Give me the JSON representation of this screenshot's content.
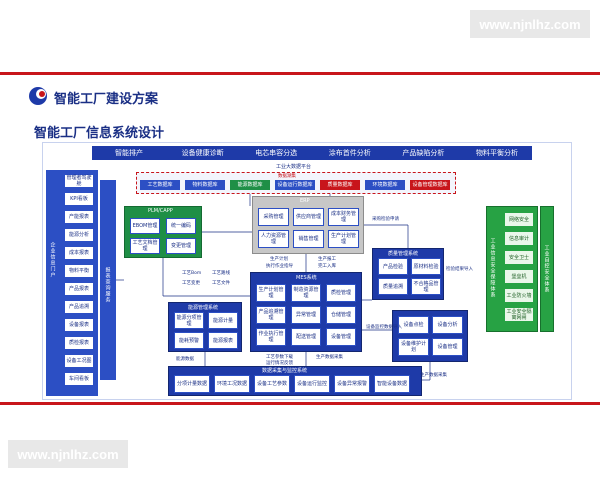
{
  "watermark": "www.njnlhz.com",
  "slide_title": "智能工厂建设方案",
  "section_title": "智能工厂信息系统设计",
  "top_menu": [
    "智能排产",
    "设备健康诊断",
    "电芯串容分选",
    "涂布首件分析",
    "产品缺陷分析",
    "物料平衡分析"
  ],
  "platform_label": "工业大数据平台",
  "collect_label": "数据湖集",
  "collect_items": [
    "工艺数据库",
    "物料数据库",
    "能源数据库",
    "设备运行数据库",
    "质量数据库",
    "环境数据库",
    "设备管理数据库"
  ],
  "left_portal": {
    "title": "企业信息门户",
    "items": [
      "管理者驾驶舱",
      "KPI看板",
      "产能报表",
      "能源分析",
      "成本报表",
      "物料平衡",
      "产品报表",
      "产品追溯",
      "设备报表",
      "质检报表",
      "设备工况图",
      "车间看板"
    ]
  },
  "left_vertical": "报表查询服务",
  "plm": {
    "title": "PLM/CAPP",
    "items": [
      "EBOM管理",
      "统一编码",
      "工艺文档管理",
      "变更管理"
    ]
  },
  "erp": {
    "title": "ERP",
    "items": [
      "采购管理",
      "供应商管理",
      "成本财务管理",
      "人力资源管理",
      "销售管理",
      "生产计划管理"
    ]
  },
  "mes": {
    "title": "MES系统",
    "items": [
      "生产计划管理",
      "制造资源管理",
      "质检管理",
      "产品追溯管理",
      "异常管理",
      "仓储管理",
      "作业执行管理",
      "配送管理",
      "设备管理"
    ]
  },
  "wms": {
    "title": "能源管理系统",
    "items": [
      "能源分项管理",
      "能源计量",
      "能耗预警",
      "能源报表"
    ]
  },
  "qms": {
    "title": "质量管理系统",
    "items": [
      "产品检验",
      "原材料检验",
      "质量追溯",
      "不合格品管理"
    ]
  },
  "eam": {
    "title": "",
    "items": [
      "设备点检",
      "设备分析",
      "设备维护计划",
      "设备管理"
    ]
  },
  "dcs": {
    "title": "数据采集与监控系统",
    "items": [
      "分项计量数据",
      "环境工况数据",
      "设备工艺参数",
      "设备运行监控",
      "设备异常报警",
      "智能设备数据"
    ]
  },
  "right_green": {
    "title": "工业信息安全保障体系",
    "items": [
      "网络安全",
      "信息审计",
      "安全卫士",
      "堡垒机",
      "工业防火墙",
      "工业安全隔离网闸"
    ]
  },
  "right_vertical": "工业自控安全体系",
  "flow_labels": [
    "工艺Bom",
    "工艺路线",
    "工艺变更",
    "工艺文件",
    "生产计划",
    "执行作业指导",
    "生产报工",
    "完工入库",
    "采购检验申请",
    "检验结果导入",
    "设备监控数据导入",
    "工艺参数下载",
    "运行情况反馈",
    "能源数据",
    "生产数据采集",
    "生产数据采集"
  ]
}
